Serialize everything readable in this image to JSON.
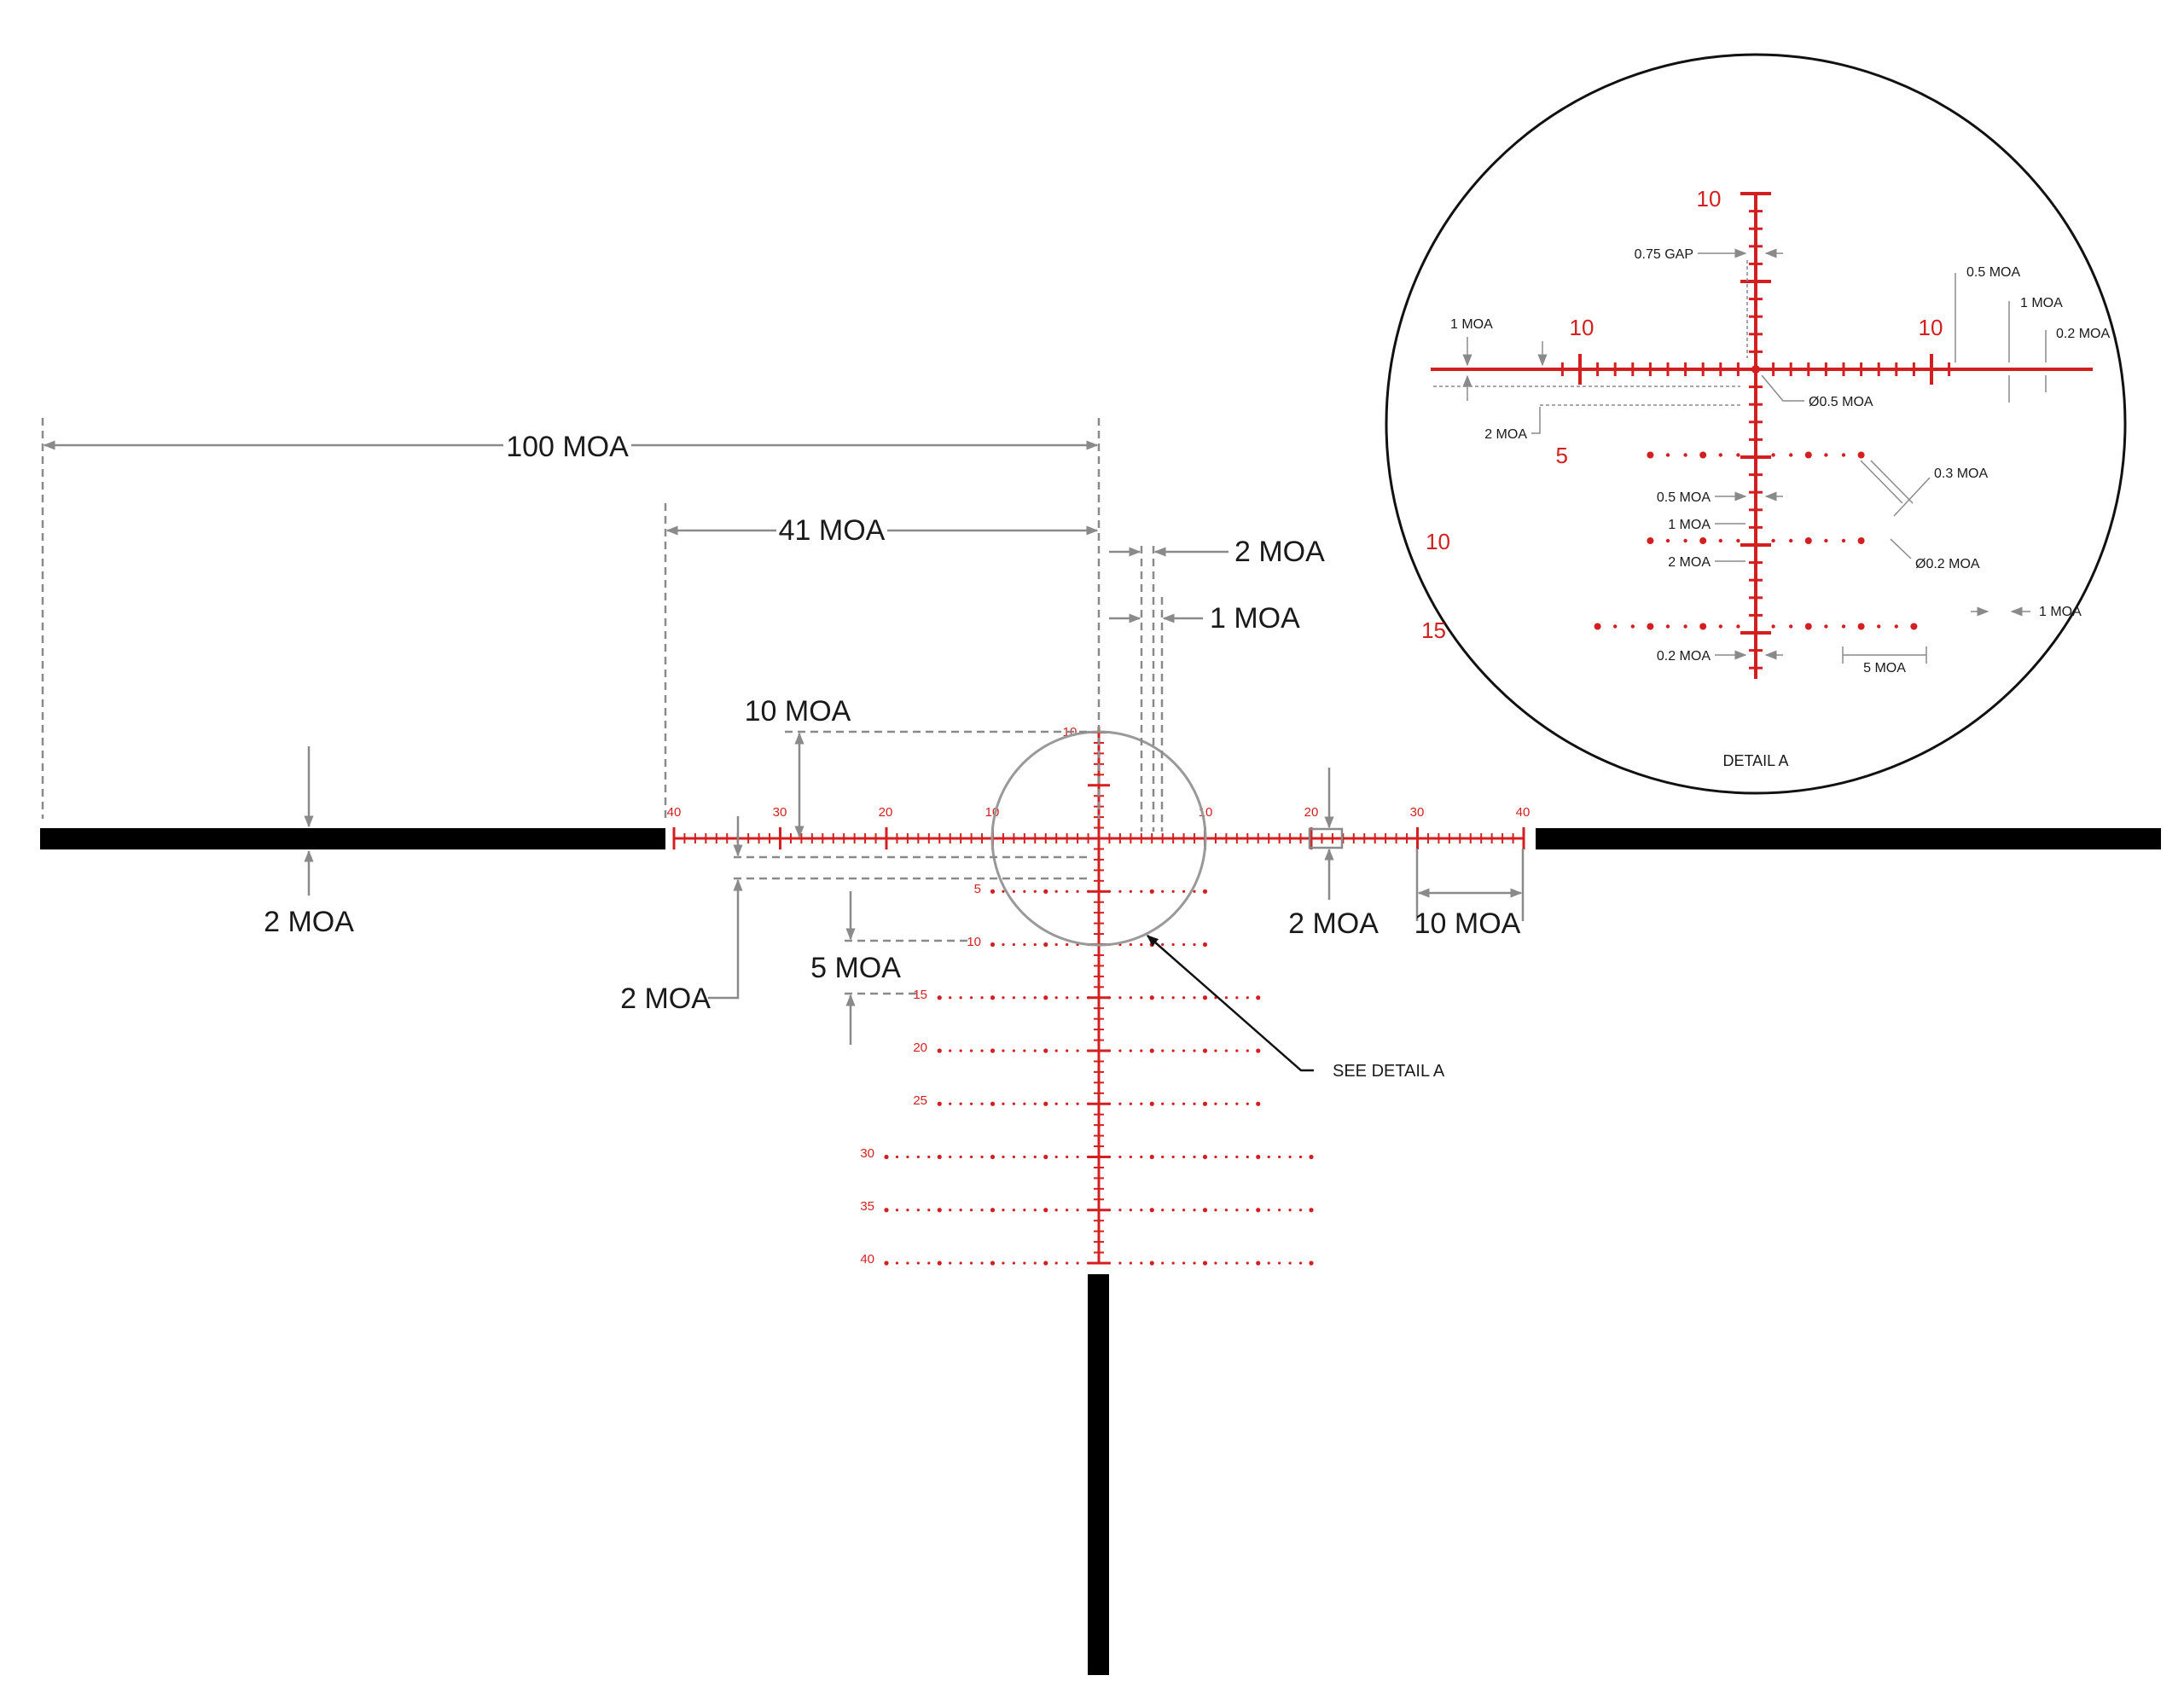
{
  "colors": {
    "reticle_red": "#d31f1f",
    "post_black": "#000000",
    "dimension_gray": "#8a8a8a",
    "text_dark": "#1a1a1a"
  },
  "main_reticle": {
    "horizontal_numbers": [
      "40",
      "30",
      "20",
      "10",
      "10",
      "20",
      "30",
      "40"
    ],
    "holdover_labels": [
      "5",
      "10",
      "15",
      "20",
      "25",
      "30",
      "35",
      "40"
    ],
    "vertical_top_number": "10"
  },
  "dimensions": {
    "d100": "100 MOA",
    "d41": "41 MOA",
    "d2_top": "2 MOA",
    "d1_top": "1 MOA",
    "d10_vertical": "10 MOA",
    "d2_post_left": "2 MOA",
    "d2_left_lower": "2 MOA",
    "d5": "5 MOA",
    "d2_right": "2 MOA",
    "d10_right": "10 MOA",
    "see_detail": "SEE DETAIL A"
  },
  "detail": {
    "title": "DETAIL A",
    "top_number": "10",
    "left_number": "10",
    "right_number": "10",
    "row_labels": [
      "5",
      "10",
      "15"
    ],
    "callouts": {
      "gap": "0.75 GAP",
      "one_moa_left": "1 MOA",
      "two_moa_left": "2 MOA",
      "center_dot": "Ø0.5 MOA",
      "half_moa_right": "0.5 MOA",
      "one_moa_right": "1 MOA",
      "point_two_right": "0.2 MOA",
      "point_three": "0.3 MOA",
      "half_moa_mid": "0.5 MOA",
      "one_moa_mid": "1 MOA",
      "two_moa_mid": "2 MOA",
      "dot_point_two": "Ø0.2 MOA",
      "one_moa_bottom": "1 MOA",
      "point_two_bottom": "0.2 MOA",
      "five_moa_bottom": "5 MOA"
    }
  }
}
